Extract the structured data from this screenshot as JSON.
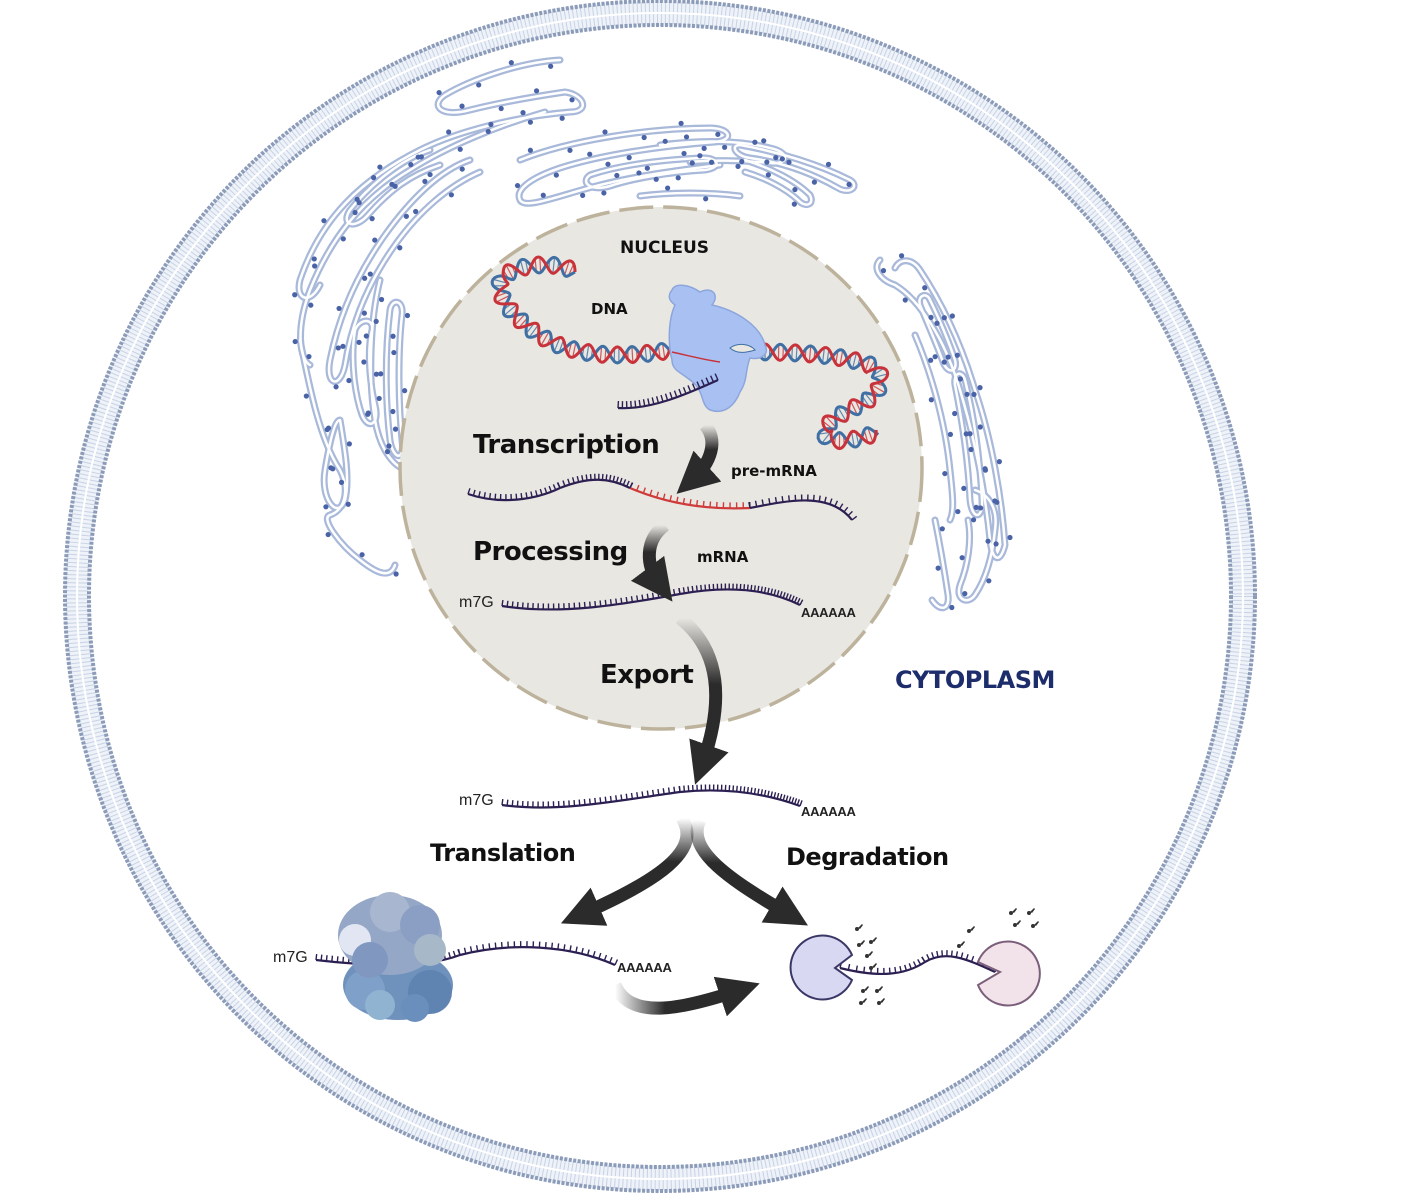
{
  "diagram": {
    "title": "mRNA life cycle",
    "compartments": {
      "nucleus": "NUCLEUS",
      "cytoplasm": "CYTOPLASM"
    },
    "molecules": {
      "dna": "DNA",
      "pre_mrna": "pre-mRNA",
      "mrna": "mRNA",
      "cap": "m7G",
      "poly_a": "AAAAAA"
    },
    "steps": {
      "transcription": "Transcription",
      "processing": "Processing",
      "export": "Export",
      "translation": "Translation",
      "degradation": "Degradation"
    },
    "colors": {
      "membrane": "#8b9bb8",
      "er": "#a9b9da",
      "er_dot": "#4a62a6",
      "nucleus_fill": "#e9e7e2",
      "nucleus_border": "#bdb39c",
      "dna_red": "#c8323a",
      "dna_blue": "#3f6fa3",
      "rna": "#2c1f52",
      "intron": "#cf3a3a",
      "polymerase": "#a9c1f2",
      "cytoplasm_label": "#1d2c6b",
      "exo_left": "#d9d8f2",
      "exo_right": "#f2e2ea",
      "arrow": "#2b2b2b"
    }
  }
}
